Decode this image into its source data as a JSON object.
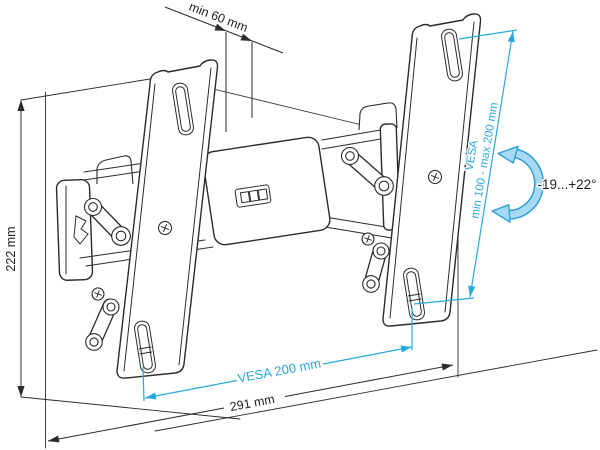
{
  "diagram": {
    "type": "technical-drawing",
    "subject": "tilting-tv-wall-mount",
    "dimensions": {
      "wall_distance": "min 60 mm",
      "height": "222 mm",
      "width": "291 mm",
      "vesa_width": "VESA 200 mm",
      "vesa_height_title": "VESA",
      "vesa_height_range": "min 100 - max 200 mm",
      "tilt_range": "-19...+22°"
    },
    "colors": {
      "line": "#2b2b2b",
      "text": "#1f1f1f",
      "accent": "#29a8dc",
      "accent_fill": "#a6daf4",
      "background": "#ffffff"
    },
    "icons": {
      "tilt_arrow": "curved-tilt-arrow"
    }
  }
}
